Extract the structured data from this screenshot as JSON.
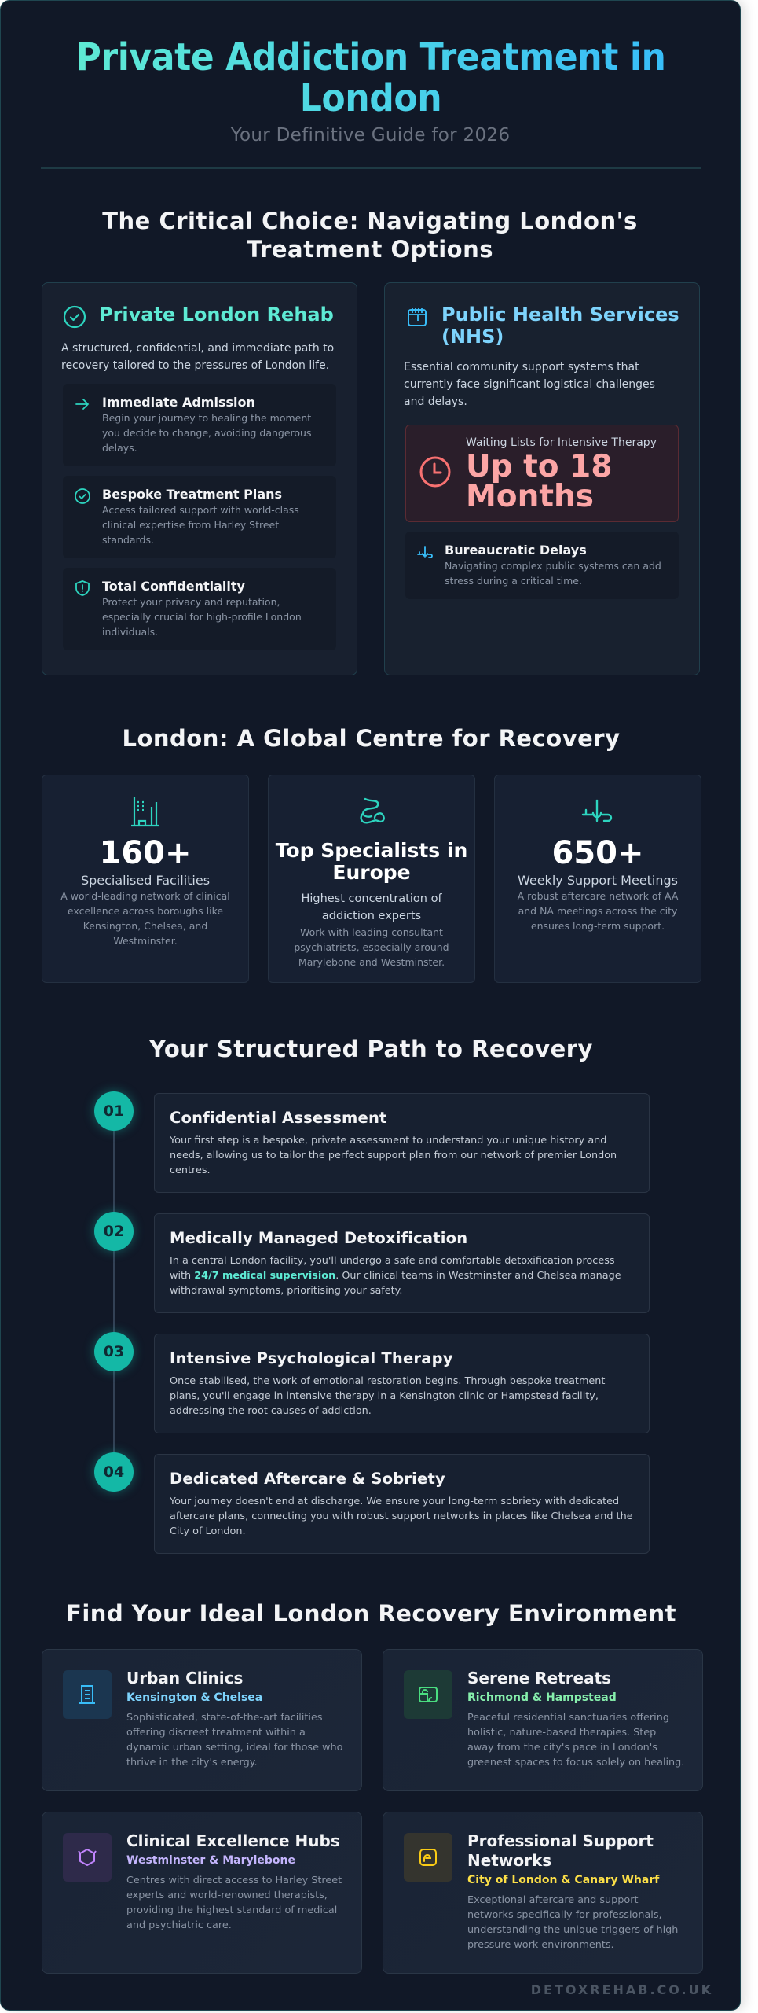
{
  "hero": {
    "title": "Private Addiction Treatment in London",
    "subtitle": "Your Definitive Guide for 2026"
  },
  "comparison": {
    "section_title": "The Critical Choice: Navigating London's Treatment Options",
    "private": {
      "icon": "check-circle-icon",
      "title": "Private London Rehab",
      "description": "A structured, confidential, and immediate path to recovery tailored to the pressures of London life.",
      "color": "#5eead4",
      "features": [
        {
          "icon": "arrow-right-icon",
          "title": "Immediate Admission",
          "text": "Begin your journey to healing the moment you decide to change, avoiding dangerous delays."
        },
        {
          "icon": "check-circle-icon",
          "title": "Bespoke Treatment Plans",
          "text": "Access tailored support with world-class clinical expertise from Harley Street standards."
        },
        {
          "icon": "shield-alert-icon",
          "title": "Total Confidentiality",
          "text": "Protect your privacy and reputation, especially crucial for high-profile London individuals."
        }
      ]
    },
    "public": {
      "icon": "calendar-icon",
      "title": "Public Health Services (NHS)",
      "description": "Essential community support systems that currently face significant logistical challenges and delays.",
      "color": "#7dd3fc",
      "wait": {
        "icon": "clock-icon",
        "label": "Waiting Lists for Intensive Therapy",
        "value": "Up to 18 Months",
        "color": "#fca5a5"
      },
      "features": [
        {
          "icon": "network-icon",
          "title": "Bureaucratic Delays",
          "text": "Navigating complex public systems can add stress during a critical time."
        }
      ]
    }
  },
  "stats": {
    "section_title": "London: A Global Centre for Recovery",
    "items": [
      {
        "icon": "building-icon",
        "value": "160+",
        "label": "Specialised Facilities",
        "text": "A world-leading network of clinical excellence across boroughs like Kensington, Chelsea, and Westminster."
      },
      {
        "icon": "specialist-icon",
        "value": "Top Specialists in Europe",
        "label": "Highest concentration of addiction experts",
        "text": "Work with leading consultant psychiatrists, especially around Marylebone and Westminster."
      },
      {
        "icon": "network-icon",
        "value": "650+",
        "label": "Weekly Support Meetings",
        "text": "A robust aftercare network of AA and NA meetings across the city ensures long-term support."
      }
    ]
  },
  "path": {
    "section_title": "Your Structured Path to Recovery",
    "steps": [
      {
        "num": "01",
        "title": "Confidential Assessment",
        "text": "Your first step is a bespoke, private assessment to understand your unique history and needs, allowing us to tailor the perfect support plan from our network of premier London centres."
      },
      {
        "num": "02",
        "title": "Medically Managed Detoxification",
        "text_before": "In a central London facility, you'll undergo a safe and comfortable detoxification process with ",
        "highlight": "24/7 medical supervision",
        "text_after": ". Our clinical teams in Westminster and Chelsea manage withdrawal symptoms, prioritising your safety."
      },
      {
        "num": "03",
        "title": "Intensive Psychological Therapy",
        "text": "Once stabilised, the work of emotional restoration begins. Through bespoke treatment plans, you'll engage in intensive therapy in a Kensington clinic or Hampstead facility, addressing the root causes of addiction."
      },
      {
        "num": "04",
        "title": "Dedicated Aftercare & Sobriety",
        "text": "Your journey doesn't end at discharge. We ensure your long-term sobriety with dedicated aftercare plans, connecting you with robust support networks in places like Chelsea and the City of London."
      }
    ]
  },
  "environments": {
    "section_title": "Find Your Ideal London Recovery Environment",
    "items": [
      {
        "icon": "clinic-building-icon",
        "title": "Urban Clinics",
        "location": "Kensington & Chelsea",
        "color": "#38bdf8",
        "text": "Sophisticated, state-of-the-art facilities offering discreet treatment within a dynamic urban setting, ideal for those who thrive in the city's energy."
      },
      {
        "icon": "retreat-icon",
        "title": "Serene Retreats",
        "location": "Richmond & Hampstead",
        "color": "#4ade80",
        "text": "Peaceful residential sanctuaries offering holistic, nature-based therapies. Step away from the city's pace in London's greenest spaces to focus solely on healing."
      },
      {
        "icon": "hexagon-hub-icon",
        "title": "Clinical Excellence Hubs",
        "location": "Westminster & Marylebone",
        "color": "#c084fc",
        "text": "Centres with direct access to Harley Street experts and world-renowned therapists, providing the highest standard of medical and psychiatric care."
      },
      {
        "icon": "support-network-icon",
        "title": "Professional Support Networks",
        "location": "City of London & Canary Wharf",
        "color": "#facc15",
        "text": "Exceptional aftercare and support networks specifically for professionals, understanding the unique triggers of high-pressure work environments."
      }
    ]
  },
  "footer": {
    "brand": "DETOXREHAB.CO.UK"
  }
}
